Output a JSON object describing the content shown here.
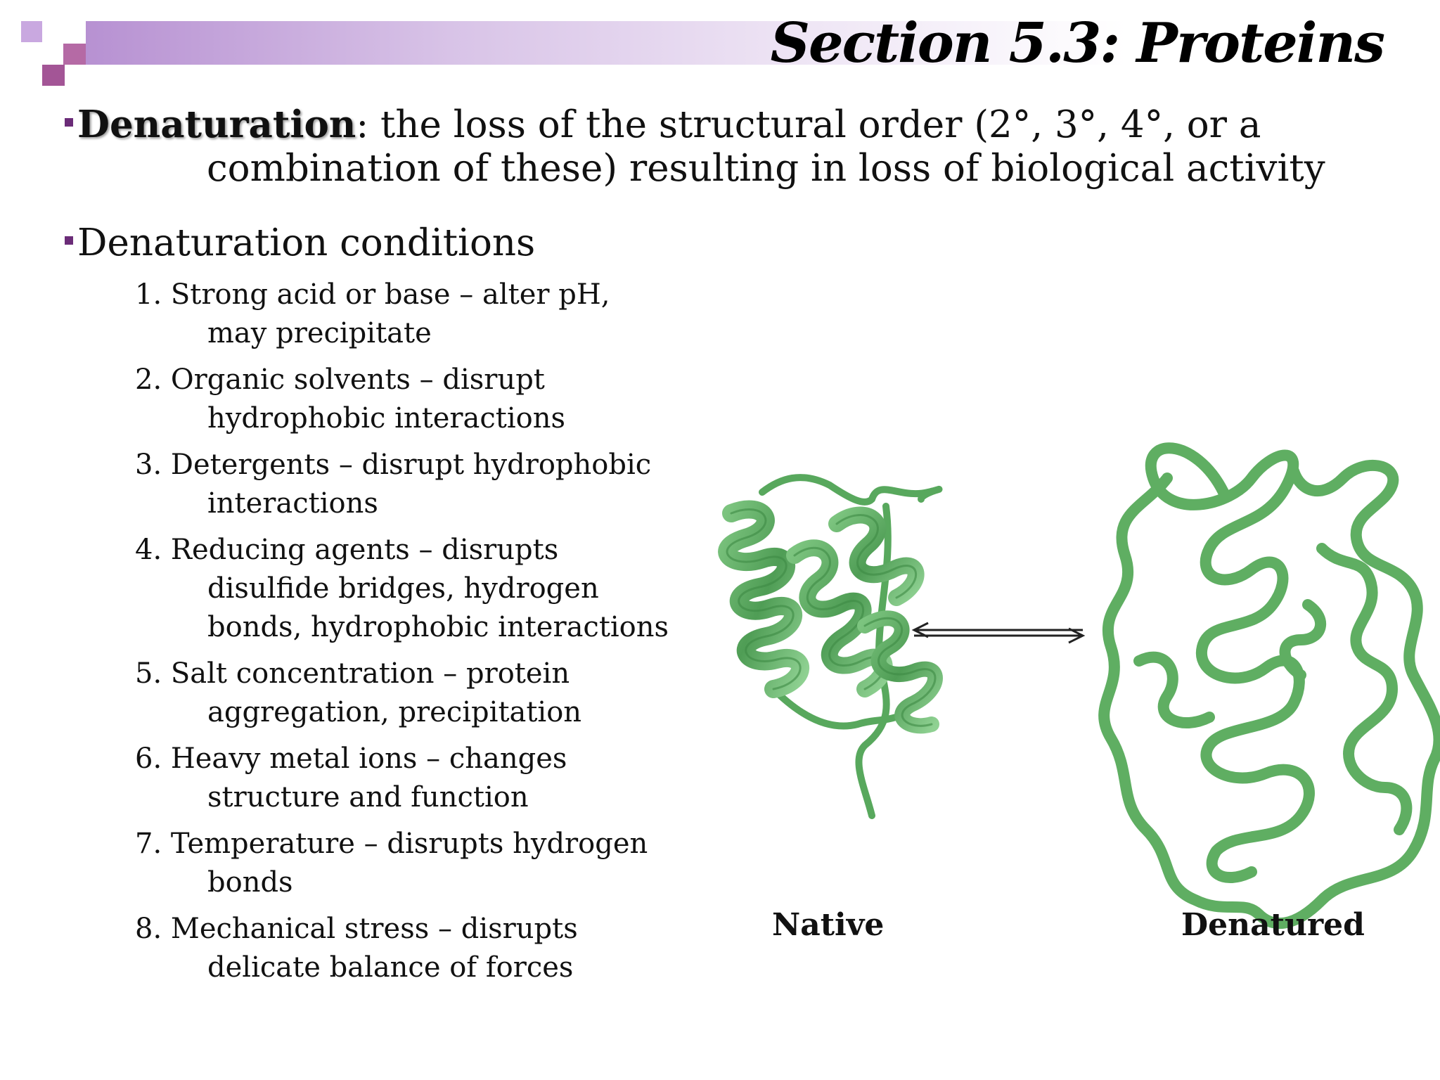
{
  "title": "Section 5.3: Proteins",
  "definition": {
    "term": "Denaturation",
    "text_line1": ": the loss of the structural order (2°, 3°, 4°, or a",
    "text_line2": "combination of these) resulting in loss of biological activity"
  },
  "conditions": {
    "heading": "Denaturation conditions",
    "items": [
      {
        "line1": "1. Strong acid or base – alter pH,",
        "line2": "may precipitate"
      },
      {
        "line1": "2. Organic solvents – disrupt",
        "line2": "hydrophobic interactions"
      },
      {
        "line1": "3. Detergents – disrupt hydrophobic",
        "line2": "interactions"
      },
      {
        "line1": "4. Reducing agents – disrupts",
        "line2": "disulfide bridges, hydrogen",
        "line3": "bonds, hydrophobic interactions"
      },
      {
        "line1": "5. Salt concentration – protein",
        "line2": "aggregation, precipitation"
      },
      {
        "line1": "6. Heavy metal ions – changes",
        "line2": "structure and function"
      },
      {
        "line1": "7. Temperature – disrupts hydrogen",
        "line2": "bonds"
      },
      {
        "line1": "8. Mechanical stress – disrupts",
        "line2": "delicate balance of forces"
      }
    ]
  },
  "figure": {
    "native_label": "Native",
    "denatured_label": "Denatured",
    "protein_color": "#5aa85e",
    "arrow": "equilibrium-arrow"
  },
  "colors": {
    "accent": "#6b2c78",
    "header_gradient_start": "#b791d2"
  }
}
